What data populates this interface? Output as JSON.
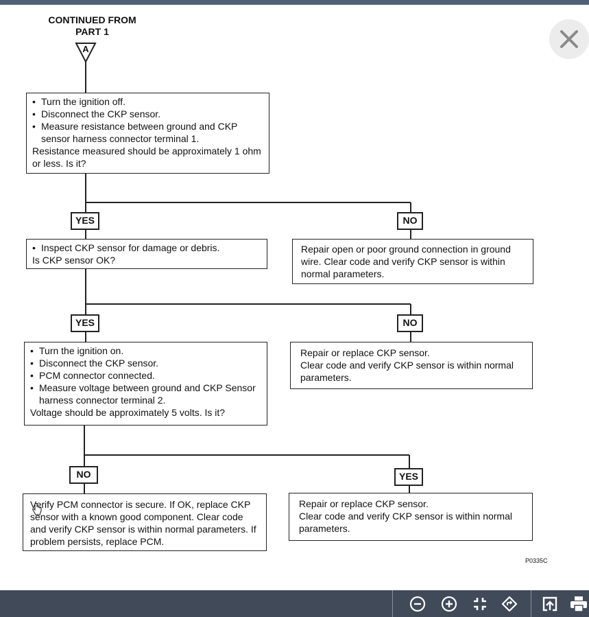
{
  "header": {
    "line1": "CONTINUED FROM",
    "line2": "PART 1",
    "connector_label": "A"
  },
  "steps": {
    "step1": {
      "bullets": [
        "Turn the ignition off.",
        "Disconnect the CKP sensor.",
        "Measure resistance between ground and CKP sensor harness connector terminal 1."
      ],
      "question": "Resistance measured should be approximately 1 ohm or less. Is it?"
    },
    "step1_yes_label": "YES",
    "step1_no_label": "NO",
    "step2": {
      "bullets": [
        "Inspect CKP sensor for damage or debris."
      ],
      "question": "Is CKP sensor OK?"
    },
    "step2_no_action": "Repair open or poor ground connection in ground wire. Clear code and verify CKP sensor is within normal parameters.",
    "step2_yes_label": "YES",
    "step2_no_label": "NO",
    "step3": {
      "bullets": [
        "Turn the ignition on.",
        "Disconnect the CKP sensor.",
        "PCM connector connected.",
        "Measure voltage between ground and CKP Sensor harness connector terminal 2."
      ],
      "question": "Voltage should be approximately 5 volts. Is it?"
    },
    "step3_no_action_line1": "Repair or replace CKP sensor.",
    "step3_no_action_line2": "Clear code and verify CKP sensor is within normal parameters.",
    "step3_no_label": "NO",
    "step3_yes_label": "YES",
    "step4_no_action": "Verify PCM connector is secure. If OK, replace CKP sensor with a known good component. Clear code and verify CKP sensor is within normal parameters.  If problem persists, replace PCM.",
    "step4_yes_action_line1": "Repair or replace CKP sensor.",
    "step4_yes_action_line2": "Clear code and verify CKP sensor is within normal parameters."
  },
  "figure_number": "P0335C",
  "close_icon": "close-icon",
  "toolbar": {
    "icons": [
      "zoom-out-icon",
      "zoom-in-icon",
      "fit-screen-icon",
      "rotate-icon",
      "export-icon",
      "print-icon"
    ]
  },
  "colors": {
    "topbar": "#4d6078",
    "toolbar": "#404a59",
    "line": "#222222"
  }
}
